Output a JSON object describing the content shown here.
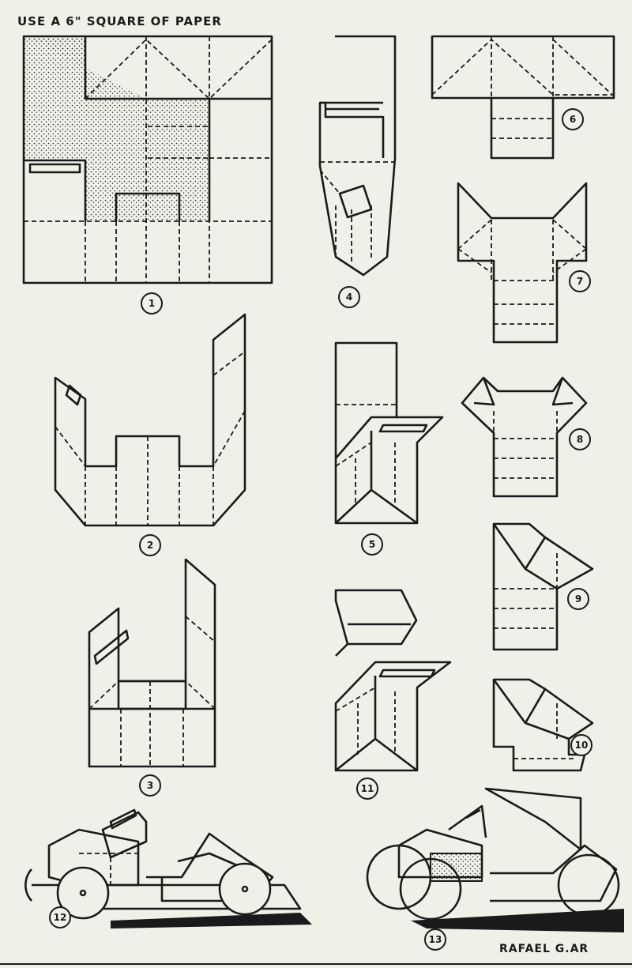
{
  "title": "USE A 6\" SQUARE OF PAPER",
  "signature": "RAFAEL G.AR",
  "steps": [
    "1",
    "2",
    "3",
    "4",
    "5",
    "6",
    "7",
    "8",
    "9",
    "10",
    "11",
    "12",
    "13"
  ]
}
